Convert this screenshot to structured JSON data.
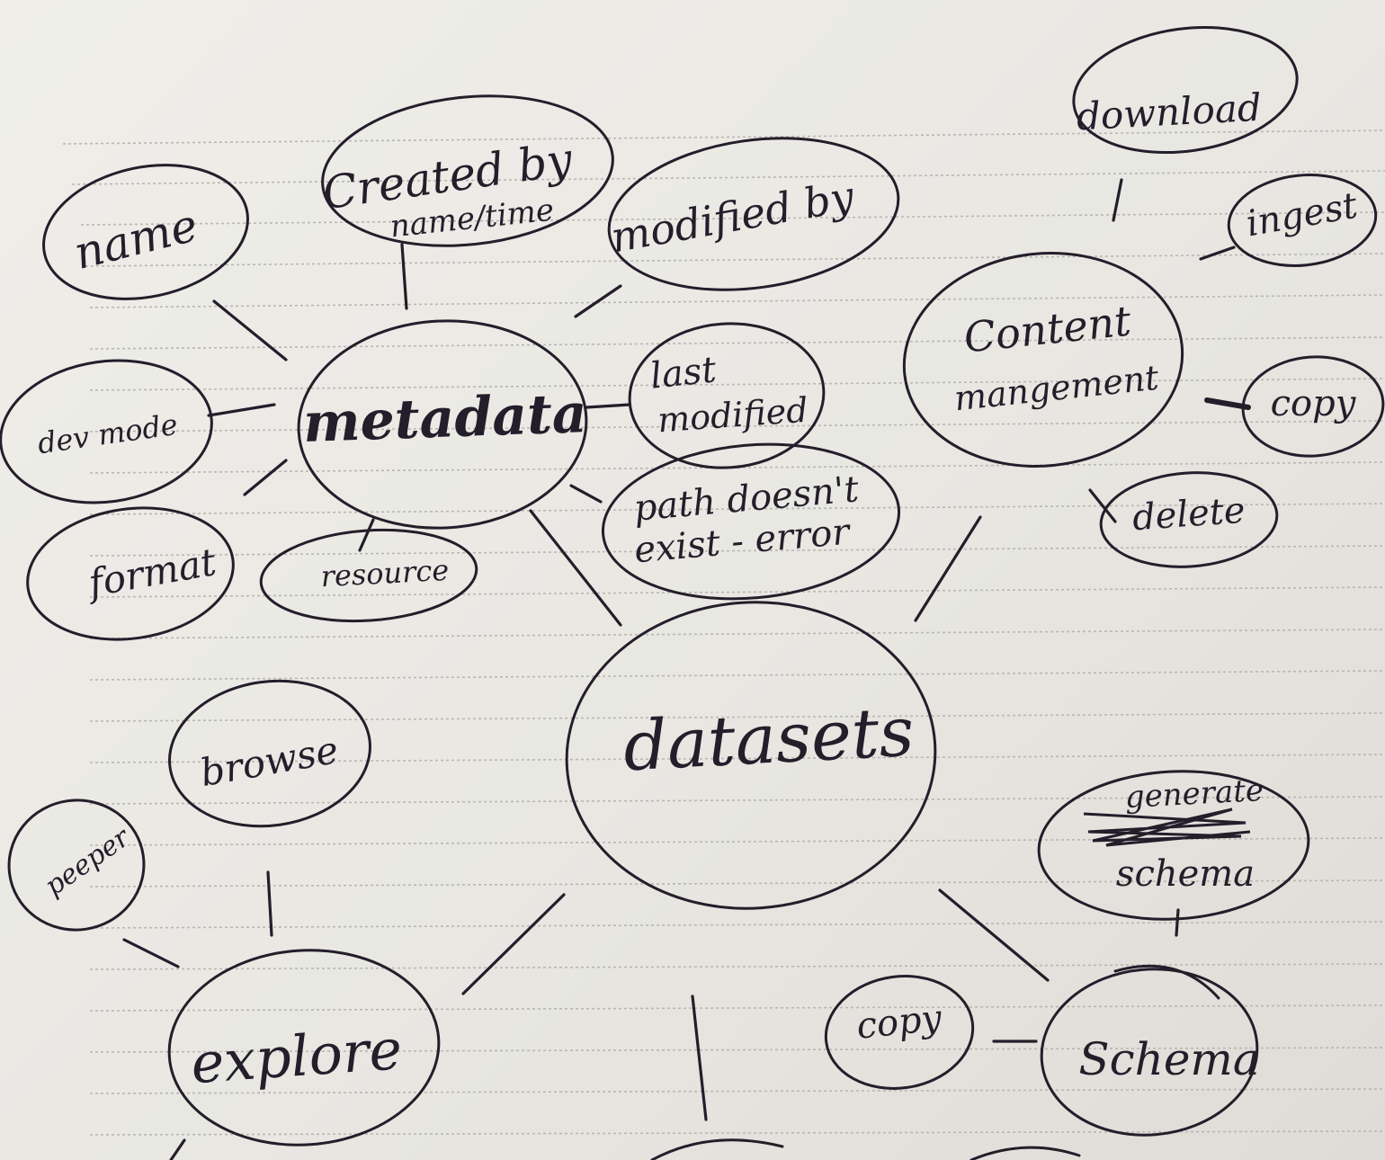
{
  "mindmap": {
    "central": "datasets",
    "metadata": {
      "label": "metadata",
      "children": {
        "name": "name",
        "created_by": [
          "Created by",
          "name/time"
        ],
        "modified_by": "modified by",
        "dev_mode": "dev mode",
        "last_modified": [
          "last",
          "modified"
        ],
        "path_error": [
          "path doesn't",
          "exist - error"
        ],
        "format": "format",
        "resource": "resource"
      }
    },
    "content_management": {
      "label": [
        "Content",
        "mangement"
      ],
      "children": {
        "download": "download",
        "ingest": "ingest",
        "copy": "copy",
        "delete": "delete"
      }
    },
    "explore": {
      "label": "explore",
      "children": {
        "browse": "browse",
        "peeper": "peeper"
      }
    },
    "schema": {
      "label": "Schema",
      "children": {
        "copy": "copy",
        "generate_schema": [
          "generate",
          "schema"
        ]
      }
    }
  }
}
